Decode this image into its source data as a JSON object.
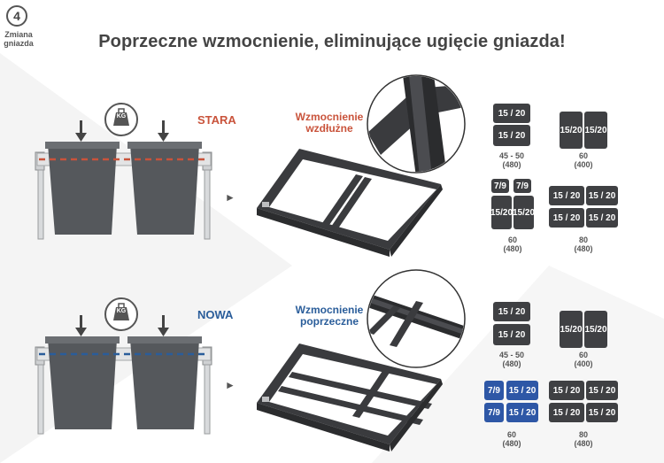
{
  "header": {
    "step_number": "4",
    "step_caption_line1": "Zmiana",
    "step_caption_line2": "gniazda",
    "title": "Poprzeczne wzmocnienie, eliminujące ugięcie gniazda!"
  },
  "old": {
    "label": "STARA",
    "weight": "KG",
    "frame_line1": "Wzmocnienie",
    "frame_line2": "wzdłużne",
    "arrow": "►"
  },
  "new": {
    "label": "NOWA",
    "weight": "KG",
    "frame_line1": "Wzmocnienie",
    "frame_line2": "poprzeczne",
    "arrow": "►"
  },
  "configs_old": {
    "c1": {
      "slots": [
        "15 / 20",
        "15 / 20"
      ],
      "cap1": "45 - 50",
      "cap2": "(480)"
    },
    "c2": {
      "slots": [
        "15/20",
        "15/20"
      ],
      "cap1": "60",
      "cap2": "(400)"
    },
    "c3": {
      "slots": [
        "7/9",
        "7/9",
        "15/20",
        "15/20"
      ],
      "cap1": "60",
      "cap2": "(480)"
    },
    "c4": {
      "slots": [
        "15 / 20",
        "15 / 20",
        "15 / 20",
        "15 / 20"
      ],
      "cap1": "80",
      "cap2": "(480)"
    }
  },
  "configs_new": {
    "c1": {
      "slots": [
        "15 / 20",
        "15 / 20"
      ],
      "cap1": "45 - 50",
      "cap2": "(480)"
    },
    "c2": {
      "slots": [
        "15/20",
        "15/20"
      ],
      "cap1": "60",
      "cap2": "(400)"
    },
    "c3": {
      "slots": [
        "7/9",
        "15 / 20",
        "7/9",
        "15 / 20"
      ],
      "cap1": "60",
      "cap2": "(480)"
    },
    "c4": {
      "slots": [
        "15 / 20",
        "15 / 20",
        "15 / 20",
        "15 / 20"
      ],
      "cap1": "80",
      "cap2": "(480)"
    }
  },
  "colors": {
    "bin": "#55585c",
    "frame": "#3a3b3e",
    "old_accent": "#c9533b",
    "new_accent": "#2a5d9a",
    "slot_dark": "#3f4043",
    "slot_blue": "#2e57a6"
  }
}
